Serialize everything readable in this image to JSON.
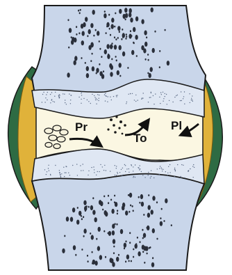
{
  "diagram": {
    "labels": {
      "pr": "Pr",
      "to": "To",
      "pl": "Pl"
    },
    "colors": {
      "bone": "#c9d6ea",
      "bone_outline": "#1a1a1a",
      "cartilage": "#dfe7f3",
      "synovial_space": "#fbf7e2",
      "fat_pad": "#e0b23a",
      "capsule": "#2e6b43",
      "pores": "#2a2f3a"
    },
    "icons": {
      "pr_marker": "cell-cluster-icon",
      "to_marker": "particle-dots-icon",
      "pl_marker": "arrow-icon"
    }
  }
}
